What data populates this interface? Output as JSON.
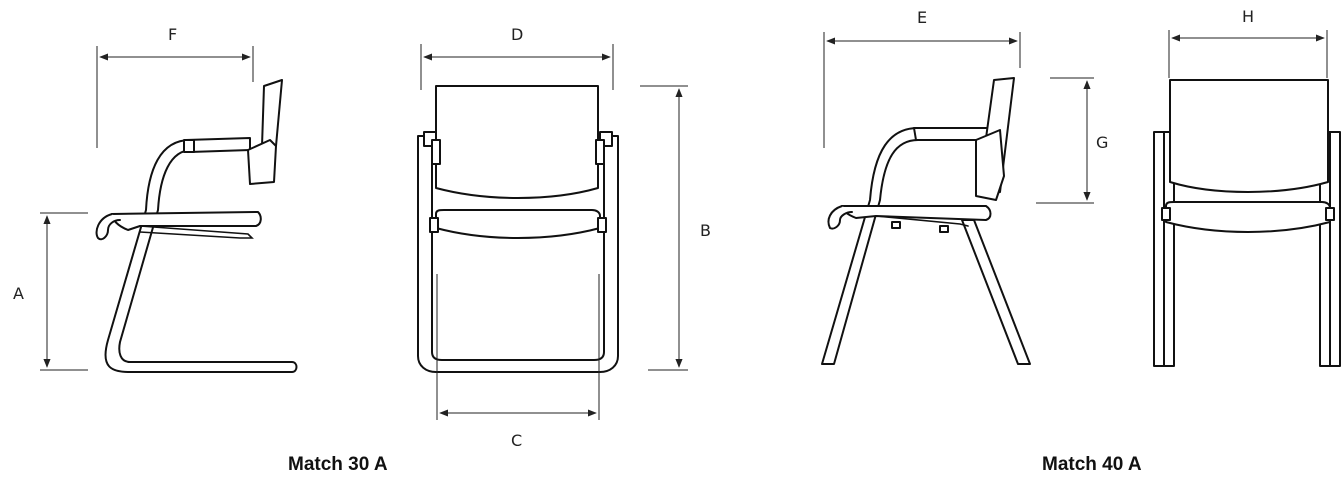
{
  "products": [
    {
      "name": "Match 30 A"
    },
    {
      "name": "Match 40 A"
    }
  ],
  "dimension_labels": {
    "A": "A",
    "B": "B",
    "C": "C",
    "D": "D",
    "E": "E",
    "F": "F",
    "G": "G",
    "H": "H"
  },
  "colors": {
    "line": "#111111",
    "background": "#ffffff"
  }
}
